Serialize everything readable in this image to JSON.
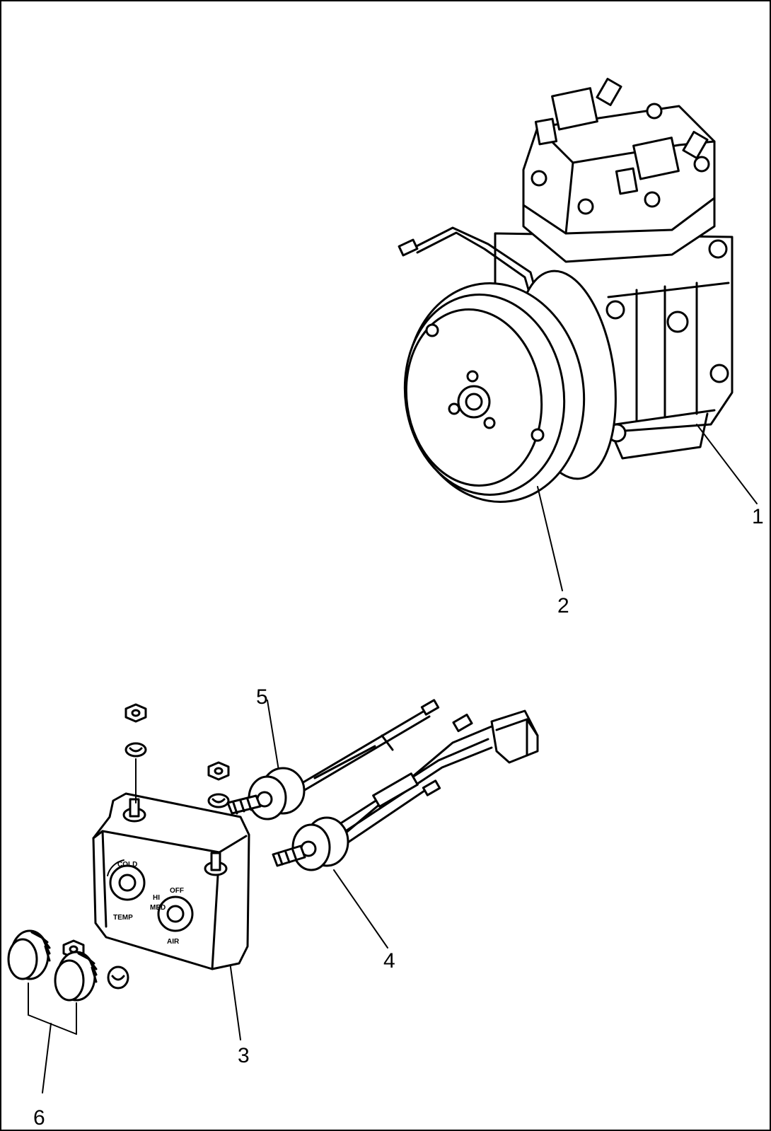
{
  "callouts": [
    {
      "id": "1",
      "label": "1"
    },
    {
      "id": "2",
      "label": "2"
    },
    {
      "id": "3",
      "label": "3"
    },
    {
      "id": "4",
      "label": "4"
    },
    {
      "id": "5",
      "label": "5"
    },
    {
      "id": "6",
      "label": "6"
    }
  ],
  "panel_markings": {
    "cold": "COLD",
    "temp": "TEMP",
    "air": "AIR",
    "off": "OFF",
    "hi": "HI",
    "med": "MED"
  }
}
